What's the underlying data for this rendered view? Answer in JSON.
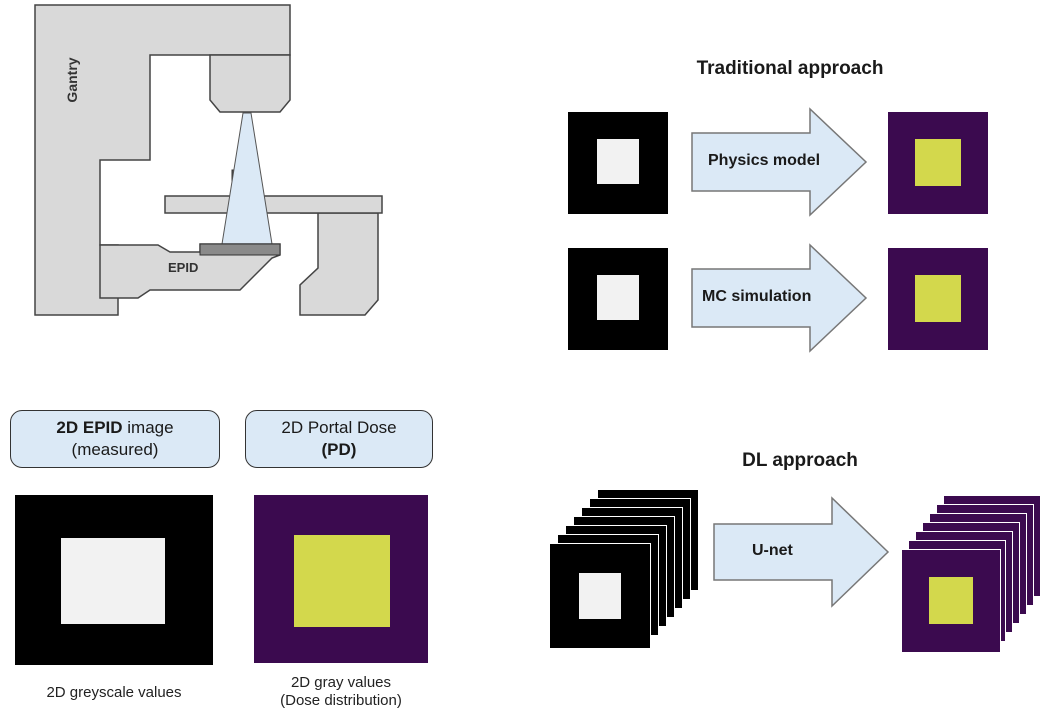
{
  "machine": {
    "gantry_label": "Gantry",
    "epid_label": "EPID"
  },
  "traditional": {
    "title": "Traditional approach",
    "arrow1_label": "Physics model",
    "arrow2_label": "MC simulation"
  },
  "dl": {
    "title": "DL approach",
    "arrow_label": "U-net"
  },
  "input_panel": {
    "label_bold": "2D EPID",
    "label_rest": " image",
    "label_line2": "(measured)",
    "caption": "2D greyscale values"
  },
  "output_panel": {
    "label_line1": "2D Portal Dose",
    "label_line2": "(PD)",
    "caption_line1": "2D gray values",
    "caption_line2": "(Dose distribution)"
  },
  "colors": {
    "epid_black": "#000000",
    "epid_field": "#f2f2f2",
    "dose_purple": "#3b0a4f",
    "dose_yellow": "#d3d84c",
    "arrow_fill": "#dbe9f6",
    "machine_gray": "#d9d9d9"
  }
}
